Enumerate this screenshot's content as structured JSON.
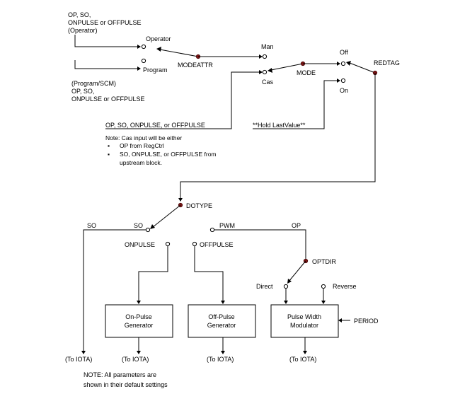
{
  "top_inputs": {
    "operator_source": [
      "OP, SO,",
      "ONPULSE or OFFPULSE",
      "(Operator)"
    ],
    "program_source": [
      "(Program/SCM)",
      "OP, SO,",
      "ONPULSE or OFFPULSE"
    ]
  },
  "switches": {
    "modeattr": {
      "label": "MODEATTR",
      "operator": "Operator",
      "program": "Program"
    },
    "mode": {
      "label": "MODE",
      "man": "Man",
      "cas": "Cas"
    },
    "redtag": {
      "label": "REDTAG",
      "off": "Off",
      "on": "On"
    },
    "dotype": {
      "label": "DOTYPE"
    },
    "optdir": {
      "label": "OPTDIR",
      "direct": "Direct",
      "reverse": "Reverse"
    }
  },
  "cas_input": {
    "header": "OP, SO, ONPULSE, or OFFPULSE",
    "note_title": "Note: Cas input will be either",
    "bullets": [
      [
        "OP from RegCtrl"
      ],
      [
        "SO, ONPULSE, or OFFPULSE from",
        "upstream block."
      ]
    ],
    "bullet_glyph": "▪"
  },
  "hold_label": "**Hold LastValue**",
  "outputs": {
    "so_left": "SO",
    "so_right": "SO",
    "pwm": "PWM",
    "op": "OP",
    "onpulse": "ONPULSE",
    "offpulse": "OFFPULSE"
  },
  "blocks": {
    "onpulse": [
      "On-Pulse",
      "Generator"
    ],
    "offpulse": [
      "Off-Pulse",
      "Generator"
    ],
    "pwm": [
      "Pulse Width",
      "Modulator"
    ]
  },
  "period_label": "PERIOD",
  "iota_label": "(To IOTA)",
  "footnote": [
    "NOTE:  All parameters are",
    "shown in their default settings"
  ]
}
